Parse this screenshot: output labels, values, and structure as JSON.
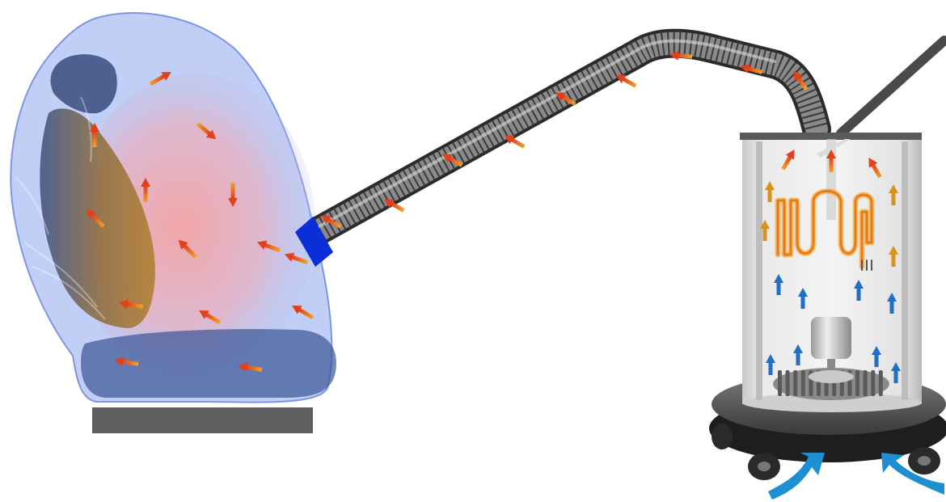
{
  "diagram": {
    "components": [
      {
        "id": "seat-cover",
        "icon": "seat-with-transparent-cover"
      },
      {
        "id": "base-platform",
        "icon": "floor-plate"
      },
      {
        "id": "hose-connector",
        "icon": "blue-coupling"
      },
      {
        "id": "flexible-hose",
        "icon": "corrugated-duct"
      },
      {
        "id": "heater-unit",
        "icon": "cylindrical-blower-heater"
      },
      {
        "id": "heating-coil",
        "icon": "serpentine-heating-element"
      },
      {
        "id": "fan-motor",
        "icon": "motor"
      },
      {
        "id": "fan-impeller",
        "icon": "radial-fan"
      },
      {
        "id": "caster-wheels",
        "icon": "wheel"
      },
      {
        "id": "handle",
        "icon": "handle-bar"
      }
    ],
    "colors": {
      "hot_air": "#e2531a",
      "warm_air": "#d8921e",
      "cool_air": "#1f6fc4",
      "intake_air": "#1e8fd0",
      "connector": "#0a2fd8",
      "cover": "#8ea8f0",
      "hose": "#6e6e6e",
      "heater_body": "#d9d9d9"
    }
  }
}
